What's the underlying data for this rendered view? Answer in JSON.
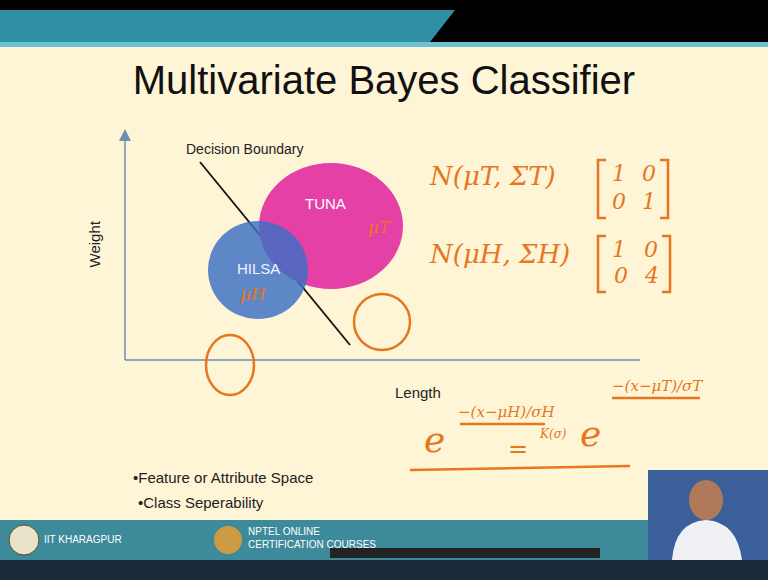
{
  "diagram": {
    "title": "Multivariate Bayes Classifier",
    "nodes": [
      {
        "text": [
          "TUNA"
        ]
      },
      {
        "text": [
          "HILSA"
        ]
      }
    ],
    "labels": [
      "Decision Boundary",
      "Weight",
      "Length",
      "•Feature or Attribute Space",
      "•Class Seperability",
      "IIT KHARAGPUR",
      "NPTEL ONLINE",
      "CERTIFICATION COURSES",
      "N(μT, ΣT)",
      "N(μH, ΣH)",
      "1",
      "0",
      "0",
      "1",
      "1",
      "0",
      "0",
      "4",
      "μH",
      "μT",
      "−(x−μH)/σH",
      "e",
      "=",
      "K(σ)",
      "e",
      "−(x−μT)/σT"
    ]
  }
}
